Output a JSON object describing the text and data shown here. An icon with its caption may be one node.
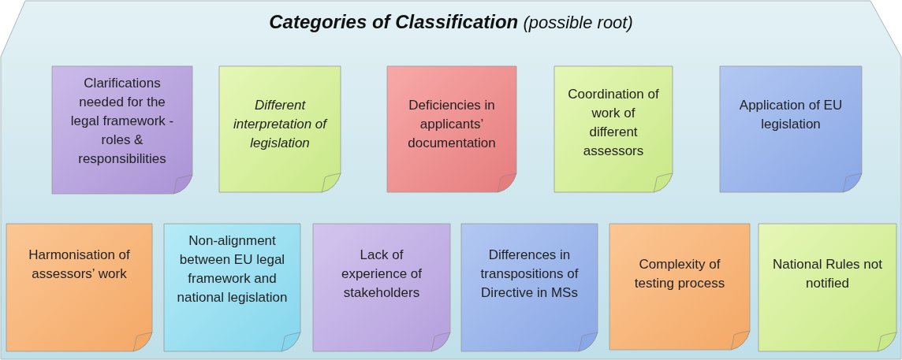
{
  "diagram": {
    "nodes": [
      {
        "text": [
          "**Categories of Classification** (possible root)"
        ]
      },
      {
        "text": [
          "Clarifications needed for the legal framework - roles & responsibilities"
        ],
        "in": 0
      },
      {
        "text": [
          "Different interpretation of legislation"
        ],
        "in": 0
      },
      {
        "text": [
          "Deficiencies in applicants’ documentation"
        ],
        "in": 0
      },
      {
        "text": [
          "Coordination of work of different assessors"
        ],
        "in": 0
      },
      {
        "text": [
          "Application of EU legislation"
        ],
        "in": 0
      },
      {
        "text": [
          "Harmonisation of assessors’ work"
        ],
        "in": 0
      },
      {
        "text": [
          "Non-alignment between EU legal framework and national legislation"
        ],
        "in": 0
      },
      {
        "text": [
          "Lack of experience of stakeholders"
        ],
        "in": 0
      },
      {
        "text": [
          "Differences in transpositions of Directive in MSs"
        ],
        "in": 0
      },
      {
        "text": [
          "Complexity of testing process"
        ],
        "in": 0
      },
      {
        "text": [
          "National Rules not notified"
        ],
        "in": 0
      }
    ]
  }
}
